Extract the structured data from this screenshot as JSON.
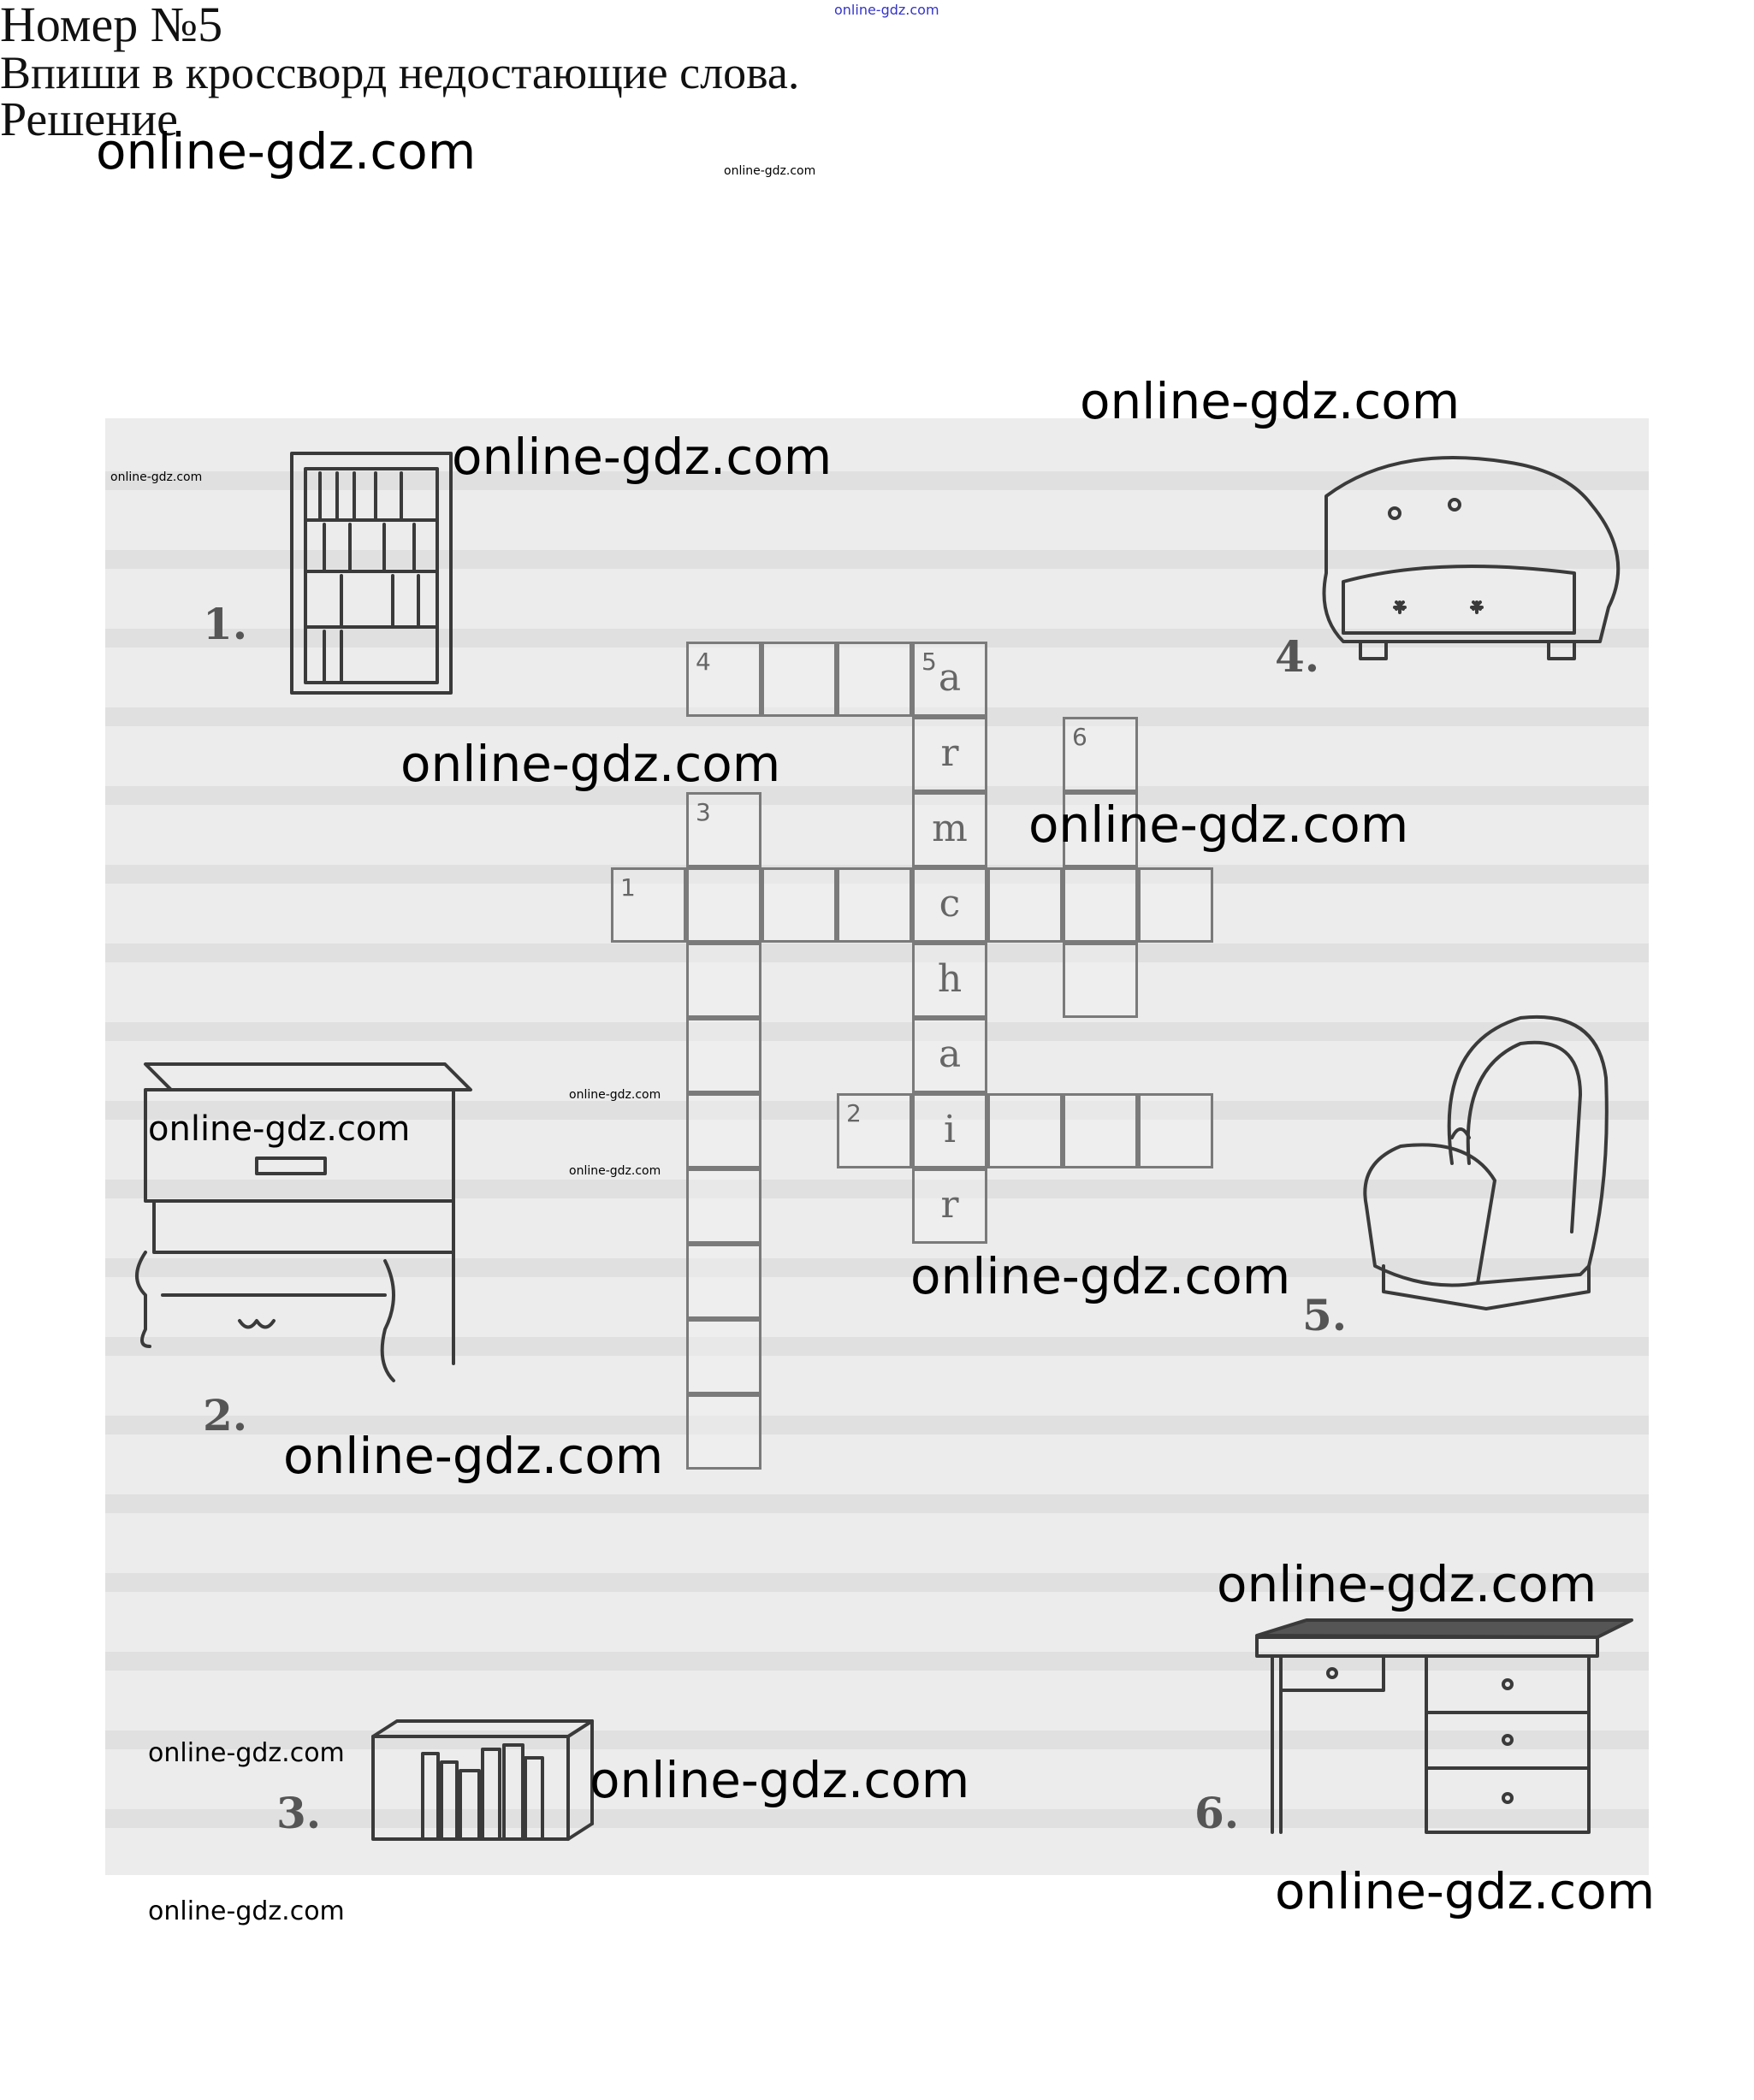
{
  "header": {
    "top_watermark": "online-gdz.com",
    "title": "Номер №5",
    "title_watermark": "online-gdz.com",
    "instruction": "Впиши в кроссворд недостающие слова."
  },
  "watermarks": [
    "online-gdz.com",
    "online-gdz.com",
    "online-gdz.com",
    "online-gdz.com",
    "online-gdz.com",
    "online-gdz.com",
    "online-gdz.com",
    "online-gdz.com",
    "online-gdz.com",
    "online-gdz.com",
    "online-gdz.com",
    "online-gdz.com",
    "online-gdz.com",
    "online-gdz.com",
    "online-gdz.com"
  ],
  "pictures": [
    {
      "label": "1.",
      "icon": "bookcase-icon"
    },
    {
      "label": "2.",
      "icon": "piano-icon"
    },
    {
      "label": "3.",
      "icon": "bookshelf-icon"
    },
    {
      "label": "4.",
      "icon": "sofa-icon"
    },
    {
      "label": "5.",
      "icon": "armchair-icon"
    },
    {
      "label": "6.",
      "icon": "desk-icon"
    }
  ],
  "crossword": {
    "numbers": [
      "1",
      "2",
      "3",
      "4",
      "5",
      "6"
    ],
    "word5_letters": [
      "a",
      "r",
      "m",
      "c",
      "h",
      "a",
      "i",
      "r"
    ]
  },
  "footer": {
    "solution_label": "Решение"
  }
}
